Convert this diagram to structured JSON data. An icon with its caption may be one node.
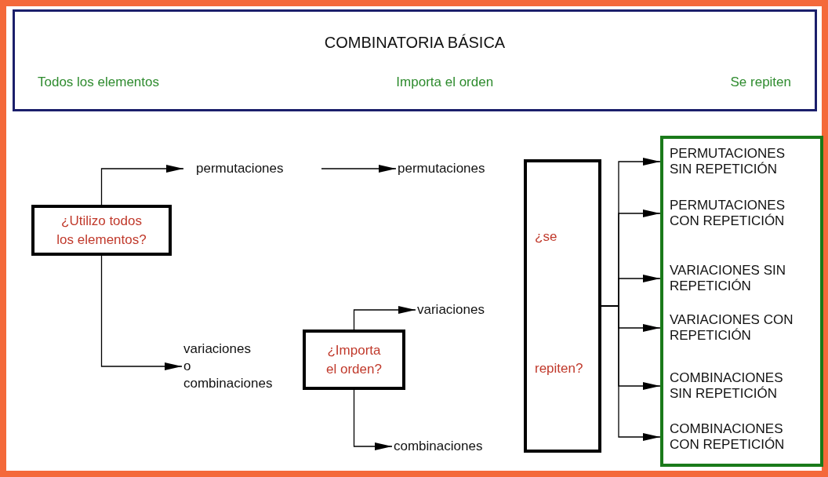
{
  "diagram": {
    "nodes": [
      {
        "text": [
          "COMBINATORIA BÁSICA",
          "Todos los elementos",
          "Importa el orden",
          "Se repiten"
        ]
      },
      {
        "text": [
          "¿Utilizo todos los elementos?"
        ]
      },
      {
        "text": [
          "permutaciones"
        ]
      },
      {
        "text": [
          "permutaciones"
        ]
      },
      {
        "text": [
          "variaciones o combinaciones"
        ]
      },
      {
        "text": [
          "¿Importa el orden?"
        ]
      },
      {
        "text": [
          "variaciones"
        ]
      },
      {
        "text": [
          "combinaciones"
        ]
      },
      {
        "text": [
          "¿se",
          "repiten?"
        ]
      },
      {
        "text": [],
        "shape": "box"
      },
      {
        "text": [
          "PERMUTACIONES SIN REPETICIÓN"
        ],
        "in": 9
      },
      {
        "text": [
          "PERMUTACIONES CON REPETICIÓN"
        ],
        "in": 9
      },
      {
        "text": [
          "VARIACIONES SIN REPETICIÓN"
        ],
        "in": 9
      },
      {
        "text": [
          "VARIACIONES CON REPETICIÓN"
        ],
        "in": 9
      },
      {
        "text": [
          "COMBINACIONES SIN REPETICIÓN"
        ],
        "in": 9
      },
      {
        "text": [
          "COMBINACIONES CON REPETICIÓN"
        ],
        "in": 9
      }
    ],
    "edges": [
      {
        "from": 1,
        "to": 2,
        "arrow": "to"
      },
      {
        "from": 1,
        "to": 4,
        "arrow": "to"
      },
      {
        "from": 2,
        "to": 3,
        "arrow": "to"
      },
      {
        "from": 5,
        "to": 6,
        "arrow": "to"
      },
      {
        "from": 5,
        "to": 7,
        "arrow": "to"
      },
      {
        "from": 8,
        "to": 10,
        "arrow": "to"
      },
      {
        "from": 8,
        "to": 11,
        "arrow": "to"
      },
      {
        "from": 8,
        "to": 12,
        "arrow": "to"
      },
      {
        "from": 8,
        "to": 13,
        "arrow": "to"
      },
      {
        "from": 8,
        "to": 14,
        "arrow": "to"
      },
      {
        "from": 8,
        "to": 15,
        "arrow": "to"
      }
    ]
  }
}
